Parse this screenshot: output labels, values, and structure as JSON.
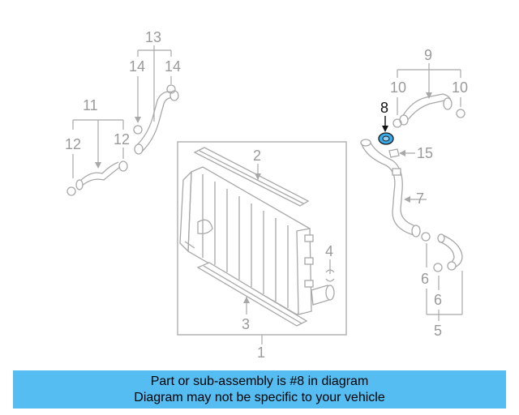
{
  "diagram": {
    "labels": {
      "p1": "1",
      "p2": "2",
      "p3": "3",
      "p4": "4",
      "p5": "5",
      "p6a": "6",
      "p6b": "6",
      "p7": "7",
      "p8": "8",
      "p9": "9",
      "p10a": "10",
      "p10b": "10",
      "p11": "11",
      "p12a": "12",
      "p12b": "12",
      "p13": "13",
      "p14a": "14",
      "p14b": "14",
      "p15": "15"
    },
    "highlight_color": "#3aa9e8"
  },
  "caption": {
    "line1": "Part or sub-assembly is #8 in diagram",
    "line2": "Diagram may not be specific to your vehicle",
    "background": "#56bdf3"
  }
}
